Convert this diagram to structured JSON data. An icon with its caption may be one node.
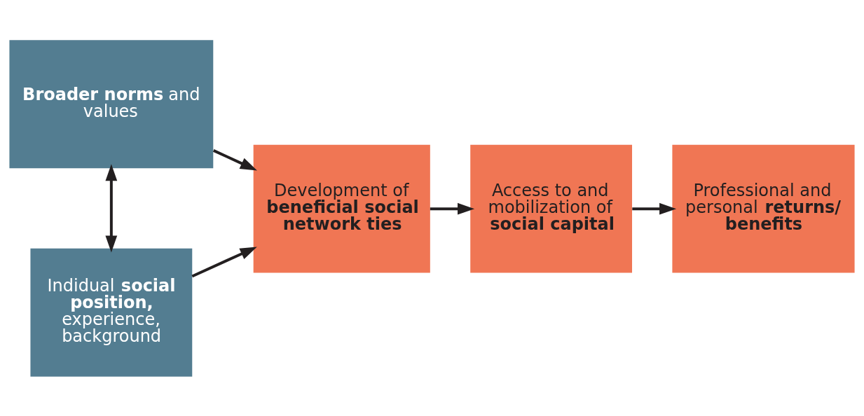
{
  "diagram": {
    "nodes": [
      {
        "text": [
          "**Broader norms** and values"
        ]
      },
      {
        "text": [
          "Indidual **social position,** experience, background"
        ]
      },
      {
        "text": [
          "Development of **beneficial social network ties**"
        ]
      },
      {
        "text": [
          "Access to and mobilization of **social capital**"
        ]
      },
      {
        "text": [
          "Professional and personal **returns/ benefits**"
        ]
      }
    ],
    "edges": [
      {
        "from": 0,
        "to": 2,
        "arrow": "to"
      },
      {
        "from": 1,
        "to": 2,
        "arrow": "to"
      },
      {
        "from": 0,
        "to": 1,
        "arrow": "both"
      },
      {
        "from": 2,
        "to": 3,
        "arrow": "to"
      },
      {
        "from": 3,
        "to": 4,
        "arrow": "to"
      }
    ]
  }
}
